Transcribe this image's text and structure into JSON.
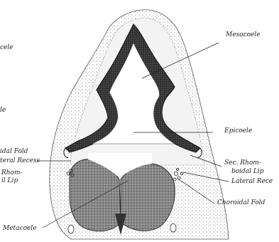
{
  "figure": {
    "labels": {
      "left_top": "cele",
      "left_mid": "le",
      "left_fold": "idal Fold",
      "left_recess": "teral Recess",
      "left_rhom_1": "Rhom-",
      "left_rhom_2": "il Lip",
      "mesocoele": "Mesocoele",
      "epicoele": "Epicoele",
      "sec_rhom_1": "Sec. Rhom-",
      "sec_rhom_2": "boidal Lip",
      "lateral_recess_right": "Lateral Rece",
      "choroidal_fold_right": "Choroidal Fold",
      "metacoele": "Metacoele"
    }
  }
}
